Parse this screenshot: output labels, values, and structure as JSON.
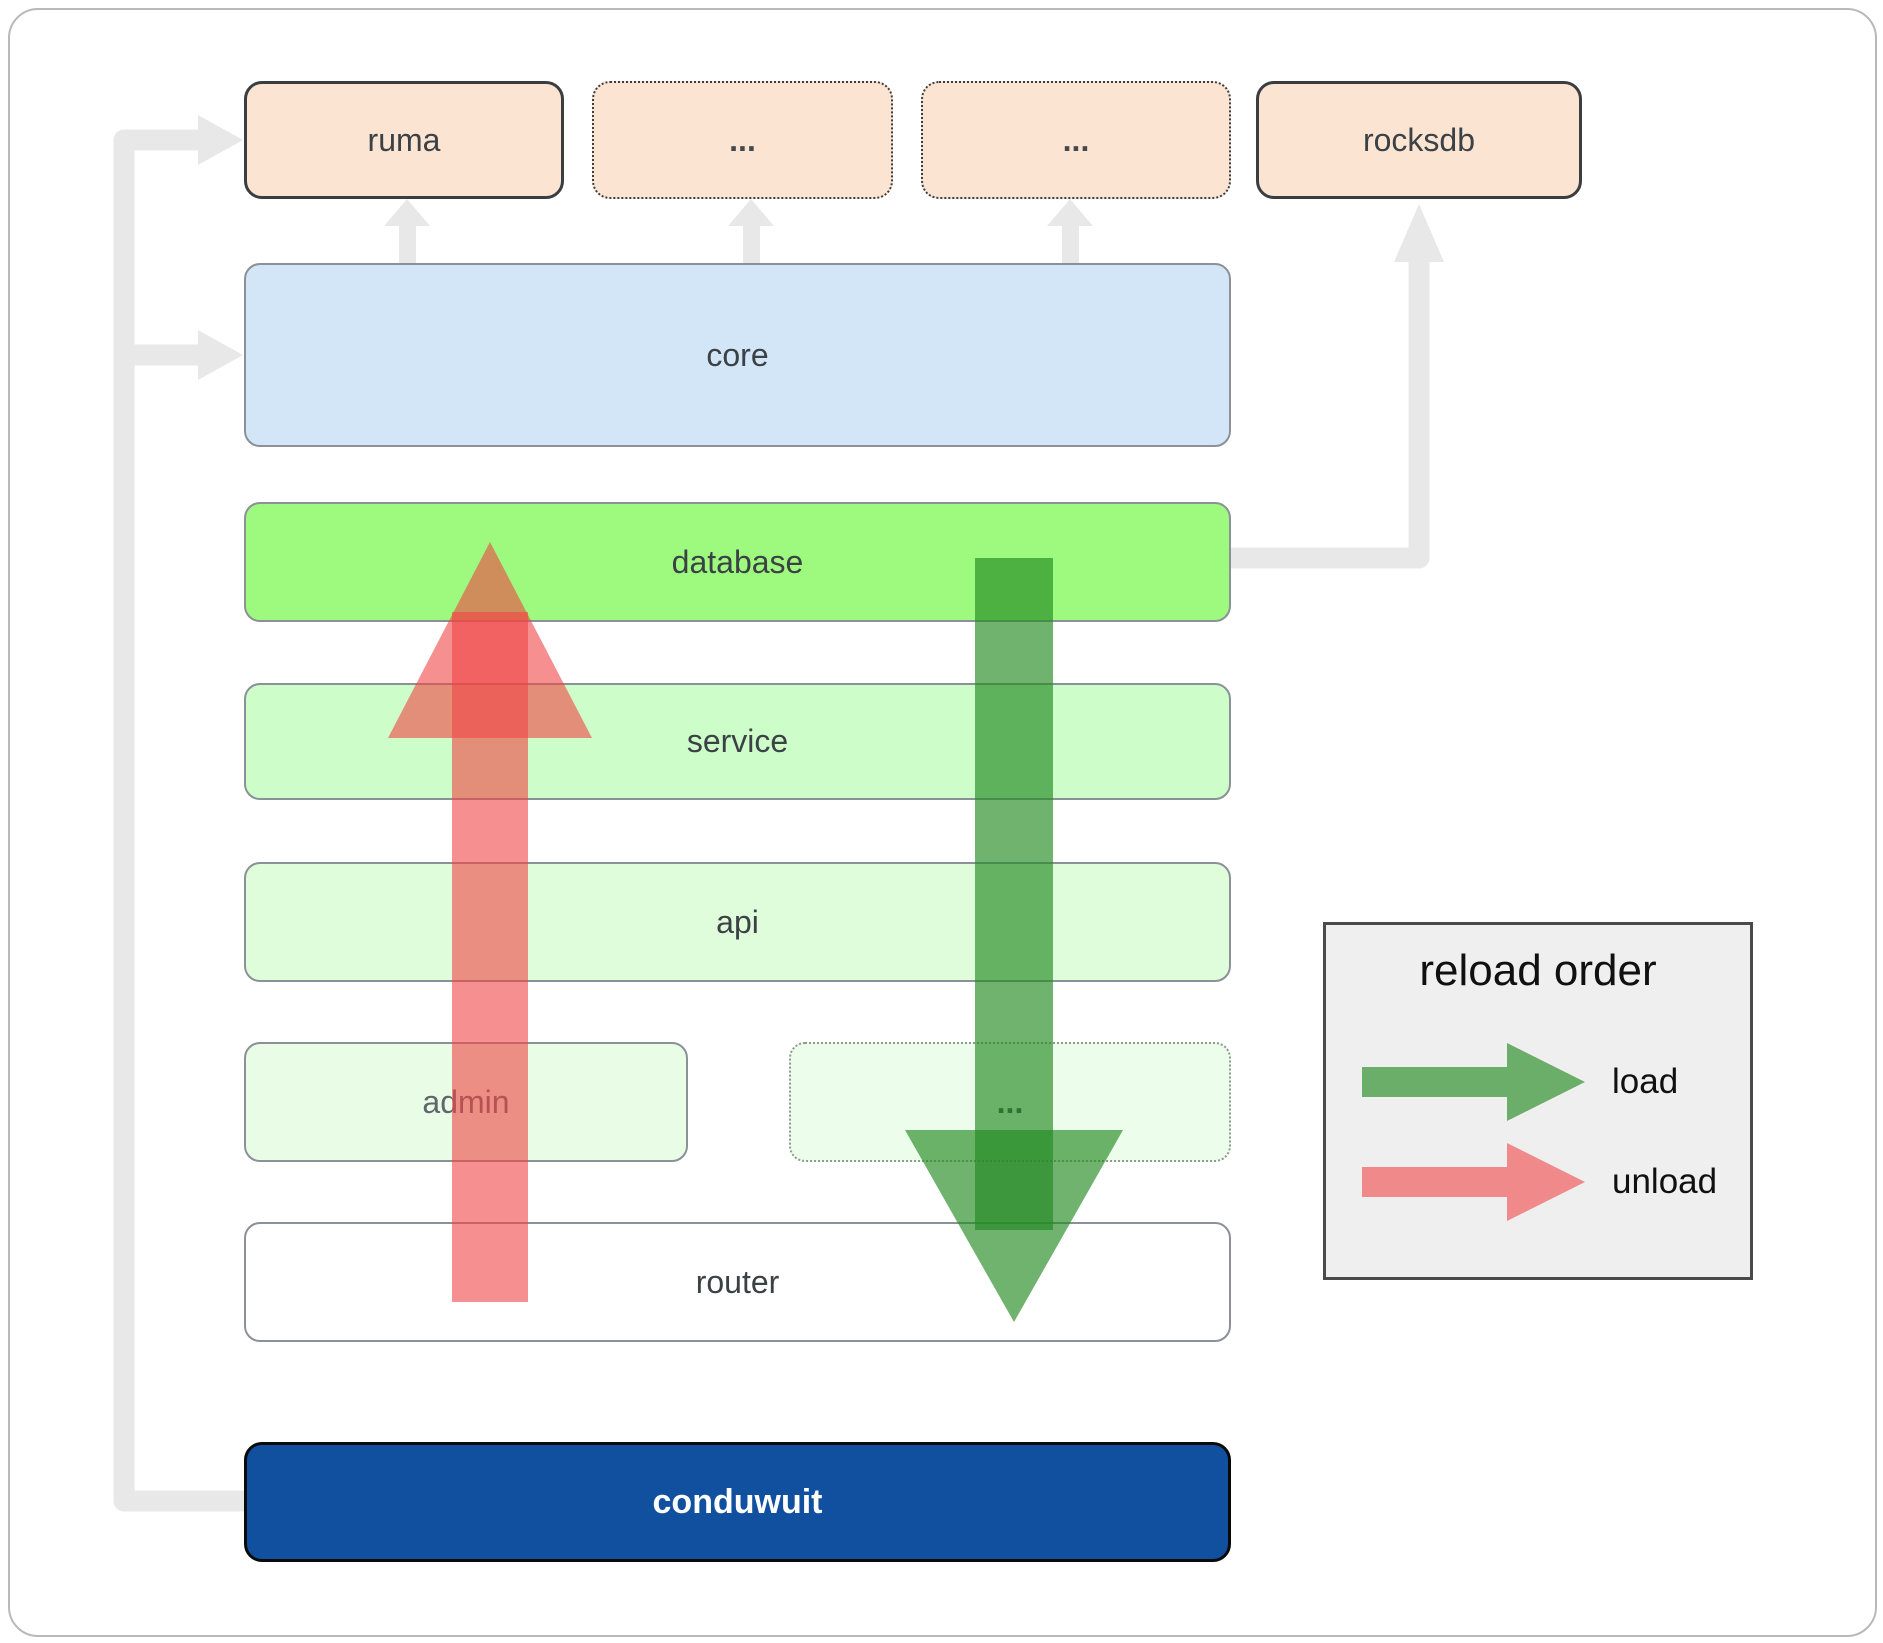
{
  "diagram": {
    "nodes": {
      "ruma": {
        "label": "ruma"
      },
      "dots_top_1": {
        "label": "..."
      },
      "dots_top_2": {
        "label": "..."
      },
      "rocksdb": {
        "label": "rocksdb"
      },
      "core": {
        "label": "core"
      },
      "database": {
        "label": "database"
      },
      "service": {
        "label": "service"
      },
      "api": {
        "label": "api"
      },
      "admin": {
        "label": "admin"
      },
      "admin_dots": {
        "label": "..."
      },
      "router": {
        "label": "router"
      },
      "conduwuit": {
        "label": "conduwuit"
      }
    },
    "colors": {
      "peach_box": "#fce4d2",
      "core_blue": "#d3e6f8",
      "database_green": "#9efa7e",
      "service_green": "#cdfdc9",
      "api_green": "#dffcdb",
      "admin_green": "#e9fce6",
      "conduwuit_navy": "#11509e",
      "load_arrow_green": "#228b22",
      "unload_arrow_red": "#f04444",
      "connector_gray": "#e8e8e8"
    }
  },
  "legend": {
    "title": "reload order",
    "items": [
      {
        "label": "load"
      },
      {
        "label": "unload"
      }
    ]
  }
}
